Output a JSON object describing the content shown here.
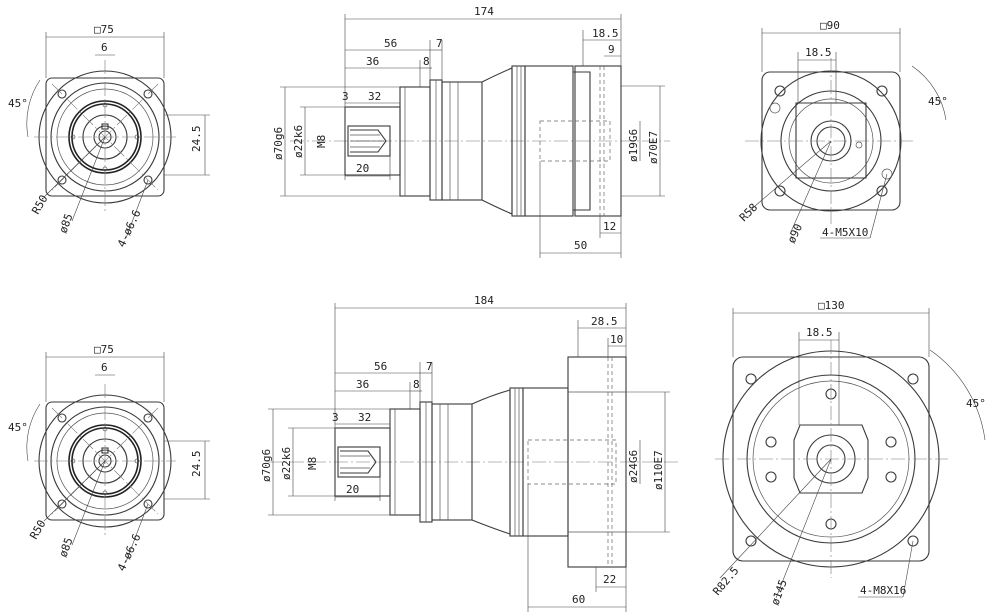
{
  "sheet": {
    "top_row": {
      "front_view": {
        "square": "□75",
        "keyway": "6",
        "angle": "45°",
        "height": "24.5",
        "radius": "R50",
        "pcd": "ø85",
        "holes": "4-ø6.6"
      },
      "side_view": {
        "overall": "174",
        "d56": "56",
        "d7": "7",
        "d36": "36",
        "d8": "8",
        "d3": "3",
        "d32": "32",
        "d20": "20",
        "d185": "18.5",
        "d9": "9",
        "d12": "12",
        "d50": "50",
        "pilot": "ø70g6",
        "shaft": "ø22k6",
        "thread": "M8",
        "bore": "ø19G6",
        "flange_pilot": "ø70E7"
      },
      "rear_view": {
        "square": "□90",
        "d185": "18.5",
        "angle": "45°",
        "radius": "R58",
        "pcd": "ø90",
        "holes": "4-M5X10"
      }
    },
    "bottom_row": {
      "front_view": {
        "square": "□75",
        "keyway": "6",
        "angle": "45°",
        "height": "24.5",
        "radius": "R50",
        "pcd": "ø85",
        "holes": "4-ø6.6"
      },
      "side_view": {
        "overall": "184",
        "d56": "56",
        "d7": "7",
        "d36": "36",
        "d8": "8",
        "d3": "3",
        "d32": "32",
        "d20": "20",
        "d285": "28.5",
        "d10": "10",
        "d22": "22",
        "d60": "60",
        "pilot": "ø70g6",
        "shaft": "ø22k6",
        "thread": "M8",
        "bore": "ø24G6",
        "flange_pilot": "ø110E7"
      },
      "rear_view": {
        "square": "□130",
        "d185": "18.5",
        "angle": "45°",
        "radius": "R82.5",
        "pcd": "ø145",
        "holes": "4-M8X16"
      }
    }
  }
}
